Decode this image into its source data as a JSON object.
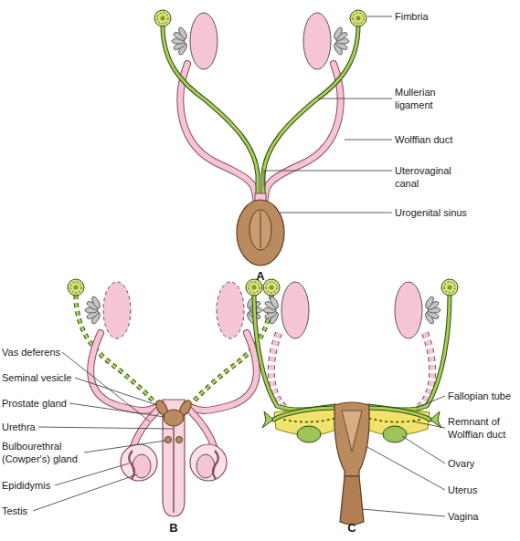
{
  "diagram": {
    "labels": [
      "Fimbria",
      "Mullerian ligament",
      "Wolffian duct",
      "Uterovaginal canal",
      "Urogenital sinus",
      "A",
      "Vas deferens",
      "Seminal vesicle",
      "Prostate gland",
      "Urethra",
      "Bulbourethral (Cowper's) gland",
      "Epididymis",
      "Testis",
      "B",
      "Fallopian tube",
      "Remnant of Wolffian duct",
      "Ovary",
      "Uterus",
      "Vagina",
      "C"
    ]
  }
}
